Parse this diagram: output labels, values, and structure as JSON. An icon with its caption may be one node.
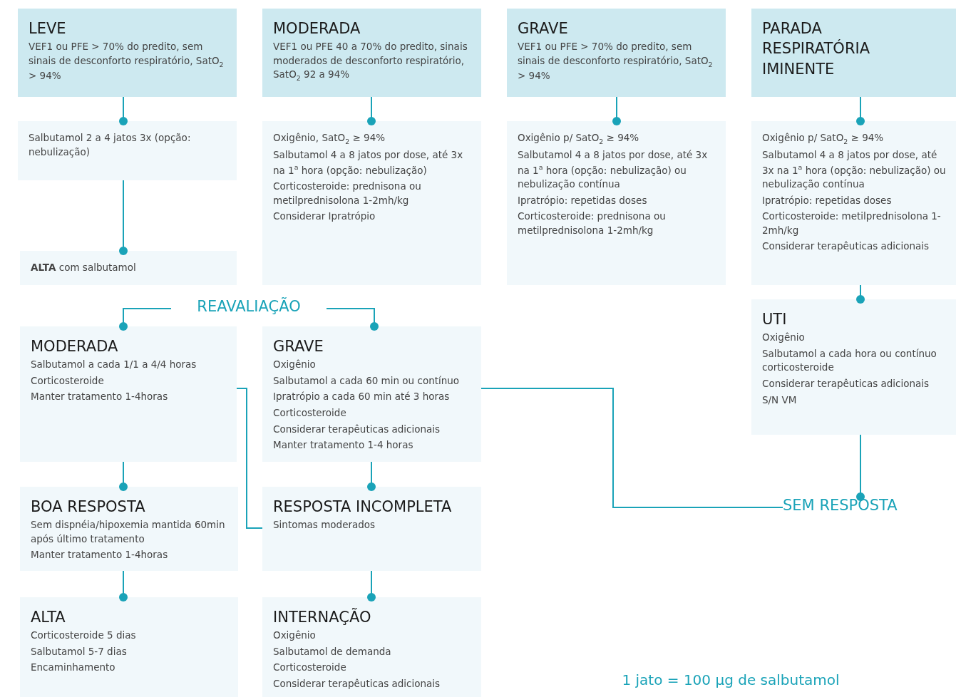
{
  "diagram": {
    "nodes": [
      {
        "text": [
          "LEVE",
          "VEF1 ou PFE > 70% do predito, sem sinais de desconforto respiratório, SatO$_{2}$ > 94%"
        ]
      },
      {
        "text": [
          "MODERADA",
          "VEF1 ou PFE 40 a 70% do predito, sinais moderados de desconforto respiratório, SatO$_{2}$ 92 a 94%"
        ]
      },
      {
        "text": [
          "GRAVE",
          "VEF1 ou PFE > 70% do predito, sem sinais de desconforto respiratório, SatO$_{2}$ > 94%"
        ]
      },
      {
        "text": [
          "PARADA RESPIRATÓRIA IMINENTE"
        ]
      },
      {
        "text": [
          "Salbutamol 2 a 4 jatos 3x (opção: nebulização)"
        ]
      },
      {
        "text": [
          "Oxigênio, SatO$_{2}$ ≥ 94%",
          "Salbutamol 4 a 8 jatos por dose, até 3x na 1$^{a}$ hora (opção: nebulização)",
          "Corticosteroide: prednisona ou metilprednisolona 1-2mh/kg",
          "Considerar Ipratrópio"
        ]
      },
      {
        "text": [
          "Oxigênio p/ SatO$_{2}$ ≥ 94%",
          "Salbutamol 4 a 8 jatos por dose, até 3x na 1$^{a}$ hora (opção: nebulização) ou nebulização contínua",
          "Ipratrópio: repetidas doses",
          "Corticosteroide: prednisona ou metilprednisolona 1-2mh/kg"
        ]
      },
      {
        "text": [
          "Oxigênio p/ SatO$_{2}$ ≥ 94%",
          "Salbutamol 4 a 8 jatos por dose, até 3x na 1$^{a}$ hora (opção: nebulização) ou nebulização contínua",
          "Ipratrópio: repetidas doses",
          "Corticosteroide: metilprednisolona 1-2mh/kg",
          "Considerar terapêuticas adicionais"
        ]
      },
      {
        "text": [
          "**ALTA** com salbutamol"
        ]
      },
      {
        "text": [
          "REAVALIAÇÃO"
        ]
      },
      {
        "text": [
          "MODERADA",
          "Salbutamol a cada 1/1 a 4/4 horas",
          "Corticosteroide",
          "Manter tratamento 1-4horas"
        ]
      },
      {
        "text": [
          "GRAVE",
          "Oxigênio",
          "Salbutamol a cada 60 min ou contínuo",
          "Ipratrópio a cada 60 min até 3 horas",
          "Corticosteroide",
          "Considerar terapêuticas adicionais",
          "Manter tratamento 1-4 horas"
        ]
      },
      {
        "text": [
          "UTI",
          "Oxigênio",
          "Salbutamol a cada hora ou contínuo corticosteroide",
          "Considerar terapêuticas adicionais",
          "S/N VM"
        ]
      },
      {
        "text": [
          "BOA RESPOSTA",
          "Sem dispnéia/hipoxemia mantida 60min após último tratamento",
          "Manter tratamento 1-4horas"
        ]
      },
      {
        "text": [
          "RESPOSTA INCOMPLETA",
          "Sintomas moderados"
        ]
      },
      {
        "text": [
          "SEM RESPOSTA"
        ]
      },
      {
        "text": [
          "ALTA",
          "Corticosteroide 5 dias",
          "Salbutamol 5-7 dias",
          "Encaminhamento"
        ]
      },
      {
        "text": [
          "INTERNAÇÃO",
          "Oxigênio",
          "Salbutamol de demanda",
          "Corticosteroide",
          "Considerar terapêuticas adicionais"
        ]
      },
      {
        "text": [
          "1 jato = 100 µg de salbutamol"
        ]
      }
    ],
    "edges": [
      {
        "from": 0,
        "to": 4,
        "arrow": "other"
      },
      {
        "from": 1,
        "to": 5,
        "arrow": "other"
      },
      {
        "from": 2,
        "to": 6,
        "arrow": "other"
      },
      {
        "from": 3,
        "to": 7,
        "arrow": "other"
      },
      {
        "from": 4,
        "to": 8,
        "arrow": "other"
      },
      {
        "from": 9,
        "to": 10,
        "arrow": "other"
      },
      {
        "from": 9,
        "to": 11,
        "arrow": "other"
      },
      {
        "from": 7,
        "to": 12,
        "arrow": "other"
      },
      {
        "from": 10,
        "to": 13,
        "arrow": "other"
      },
      {
        "from": 11,
        "to": 14,
        "arrow": "other"
      },
      {
        "from": 13,
        "to": 16,
        "arrow": "other"
      },
      {
        "from": 14,
        "to": 17,
        "arrow": "other"
      },
      {
        "from": 11,
        "to": 15,
        "arrow": "none"
      },
      {
        "from": 10,
        "to": 14,
        "arrow": "none"
      },
      {
        "from": 12,
        "to": 15,
        "arrow": "other"
      }
    ]
  }
}
